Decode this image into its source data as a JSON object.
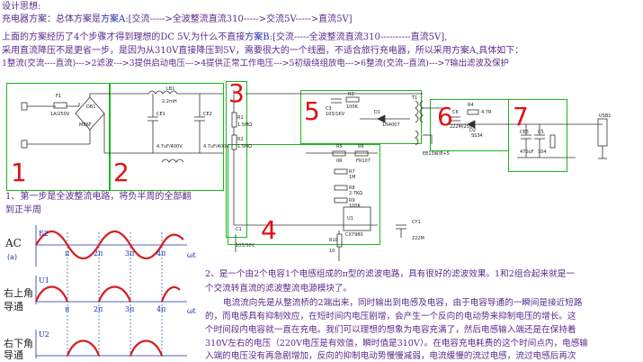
{
  "header": {
    "line0": "设计思想:",
    "line1_a": "充电器方案：总体方案是",
    "line1_b": "方案A",
    "line1_c": ":[交流----->全波整流直流310----->交流5V----->直流5V]",
    "line2_a": "上面的方案经历了4个步骤才得到理想的DC 5V,为什么不直接",
    "line2_b": "方案B",
    "line2_c": ":[交流-----全波整流直流310----------直流5V],",
    "line3": "采用直流降压不是更省一步，是因为从310V直接降压到5V，需要很大的一个线圈，不适合旅行充电器，所以采用方案A,具体如下：",
    "line4": "1整流(交流----直流)--->2滤波--->3提供启动电压--->4提供正常工作电压--->5初级绕组放电--->6整流(交流--直流)--->7输出滤波及保护"
  },
  "stage_numbers": [
    "1",
    "2",
    "3",
    "4",
    "5",
    "6",
    "7"
  ],
  "circuit": {
    "labels": [
      "F1",
      "1A/250V",
      "DB1",
      "MB6F",
      "LB1",
      "2.2mH",
      "CE1",
      "4.7uF/400V",
      "CE2",
      "4.7uF/400V",
      "R1",
      "1.5MΩ",
      "R2",
      "1.5MΩ",
      "C3",
      "103/1KV",
      "R3",
      "100K",
      "D1",
      "1N4007",
      "T1",
      "C6",
      "222M/250V",
      "R4",
      "4.7R",
      "D2",
      "SS34",
      "USB1",
      "CE3",
      "470uF",
      "C5",
      "104",
      "R5",
      "0R",
      "R6",
      "FR107",
      "R7",
      "1M",
      "R8",
      "2.7KΩ",
      "R9",
      "100K",
      "C1",
      "103/50V",
      "R10",
      "10",
      "U1",
      "CX7980",
      "CY1",
      "222M",
      "EE13W/8+5"
    ]
  },
  "waveform_panel": {
    "intro": [
      "1、第一步是全波整流电路，将负半周的全部翻",
      "到正半周"
    ],
    "rows": [
      {
        "label": "AC",
        "sub": "(a)",
        "axis": "ωt"
      },
      {
        "label": "右上角",
        "sub": "导通",
        "axis": "ωt"
      },
      {
        "label": "右下角",
        "sub": "导通",
        "axis": "ωt"
      }
    ],
    "ticks": [
      "π",
      "2π",
      "3π",
      "4π"
    ],
    "y_labels": [
      "E2",
      "U1",
      "U2"
    ]
  },
  "step2": {
    "lines": [
      "2、是一个由2个电容1个电感组成的π型的滤波电路，具有很好的滤波效果。1和2组合起来就是一",
      "个交流转直流的滤波整流电源模块了。",
      "电流流向先是从整流桥的2端出来，同时输出到电感及电容，由于电容导通的一瞬间是接近短路",
      "的，而电感具有抑制效应，在短时间内电压剧增，会产生一个反向的电动势来抑制电压的增长。这",
      "个时间段内电容就一直在充电。我们可以理想的想象为电容充满了，然后电感输入端还是在保持着",
      "310V左右的电压（220V电压是有效值，瞬时值是310V）。在电容充电耗费的这个时间点内，电感输",
      "入端的电压没有再急剧增加，反向的抑制电动势慢慢减弱，电流缓慢的流过电感，流过电感后再次"
    ]
  },
  "colors": {
    "box_green": "#19b819",
    "stage_red": "#e01010",
    "wave_red": "#d42020",
    "text_blue": "#1a2fa8"
  }
}
